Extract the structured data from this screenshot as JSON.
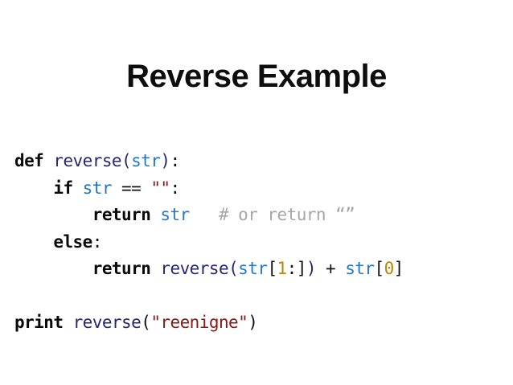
{
  "slide": {
    "title": "Reverse Example",
    "background_color": "#ffffff",
    "title_color": "#0d0d0d"
  },
  "palette": {
    "keyword": "#0a0a0a",
    "function_name": "#262673",
    "builtin": "#2678c4",
    "string": "#8c1616",
    "number": "#b8860b",
    "comment": "#a6a6a6",
    "punctuation": "#111111"
  },
  "code": {
    "language": "python",
    "plain_text": "def reverse(str):\n    if str == \"\":\n        return str   # or return “”\n    else:\n        return reverse(str[1:]) + str[0]\n\nprint reverse(\"reenigne\")",
    "lines": [
      {
        "id": "line-1",
        "indent": "",
        "tokens": [
          {
            "text": "def",
            "type": "keyword"
          },
          {
            "text": " ",
            "type": "plain"
          },
          {
            "text": "reverse",
            "type": "function_name"
          },
          {
            "text": "(",
            "type": "paren"
          },
          {
            "text": "str",
            "type": "builtin"
          },
          {
            "text": ")",
            "type": "paren"
          },
          {
            "text": ":",
            "type": "punctuation"
          }
        ]
      },
      {
        "id": "line-2",
        "indent": "    ",
        "tokens": [
          {
            "text": "if",
            "type": "keyword"
          },
          {
            "text": " ",
            "type": "plain"
          },
          {
            "text": "str",
            "type": "builtin"
          },
          {
            "text": " ",
            "type": "plain"
          },
          {
            "text": "==",
            "type": "punctuation"
          },
          {
            "text": " ",
            "type": "plain"
          },
          {
            "text": "\"\"",
            "type": "string"
          },
          {
            "text": ":",
            "type": "punctuation"
          }
        ]
      },
      {
        "id": "line-3",
        "indent": "        ",
        "tokens": [
          {
            "text": "return",
            "type": "keyword"
          },
          {
            "text": " ",
            "type": "plain"
          },
          {
            "text": "str",
            "type": "builtin"
          },
          {
            "text": "   ",
            "type": "plain"
          },
          {
            "text": "# or return “”",
            "type": "comment"
          }
        ]
      },
      {
        "id": "line-4",
        "indent": "    ",
        "tokens": [
          {
            "text": "else",
            "type": "keyword"
          },
          {
            "text": ":",
            "type": "punctuation"
          }
        ]
      },
      {
        "id": "line-5",
        "indent": "        ",
        "tokens": [
          {
            "text": "return",
            "type": "keyword"
          },
          {
            "text": " ",
            "type": "plain"
          },
          {
            "text": "reverse",
            "type": "function_name"
          },
          {
            "text": "(",
            "type": "paren"
          },
          {
            "text": "str",
            "type": "builtin"
          },
          {
            "text": "[",
            "type": "punctuation"
          },
          {
            "text": "1",
            "type": "number"
          },
          {
            "text": ":",
            "type": "punctuation"
          },
          {
            "text": "]",
            "type": "punctuation"
          },
          {
            "text": ")",
            "type": "paren"
          },
          {
            "text": " ",
            "type": "plain"
          },
          {
            "text": "+",
            "type": "punctuation"
          },
          {
            "text": " ",
            "type": "plain"
          },
          {
            "text": "str",
            "type": "builtin"
          },
          {
            "text": "[",
            "type": "punctuation"
          },
          {
            "text": "0",
            "type": "number"
          },
          {
            "text": "]",
            "type": "punctuation"
          }
        ]
      },
      {
        "id": "line-6",
        "indent": "",
        "tokens": []
      },
      {
        "id": "line-7",
        "indent": "",
        "tokens": [
          {
            "text": "print",
            "type": "keyword"
          },
          {
            "text": " ",
            "type": "plain"
          },
          {
            "text": "reverse",
            "type": "function_name"
          },
          {
            "text": "(",
            "type": "punctuation"
          },
          {
            "text": "\"reenigne\"",
            "type": "string"
          },
          {
            "text": ")",
            "type": "punctuation"
          }
        ]
      }
    ]
  }
}
